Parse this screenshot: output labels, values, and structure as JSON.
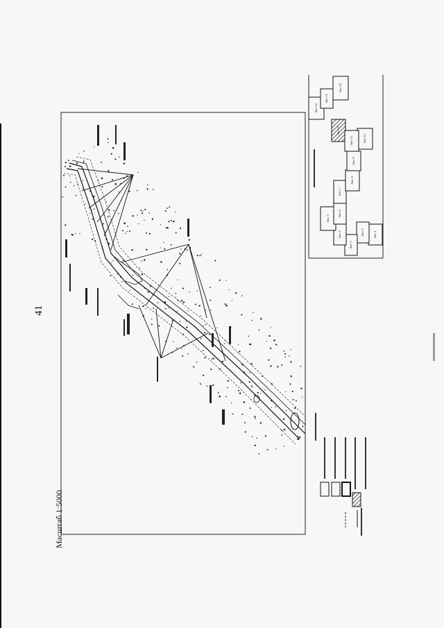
{
  "page_number": "41",
  "scale_label": "Масштаб 1:5000",
  "index_sheets": [
    {
      "label": "Лист 1"
    },
    {
      "label": "Лист 2"
    },
    {
      "label": "Лист 3"
    },
    {
      "label": "Лист 4"
    },
    {
      "label": "Лист 5"
    },
    {
      "label": "Лист 6"
    },
    {
      "label": "Лист 7"
    },
    {
      "label": "Лист 8"
    },
    {
      "label": "Лист 9"
    },
    {
      "label": "Лист 10"
    },
    {
      "label": "Лист 11",
      "highlighted": true
    },
    {
      "label": "Лист 13"
    },
    {
      "label": "Лист 14"
    },
    {
      "label": "Лист 15"
    },
    {
      "label": "Лист 16"
    }
  ],
  "colors": {
    "ink": "#111111",
    "paper": "#f7f7f5",
    "hatch": "#555555"
  }
}
